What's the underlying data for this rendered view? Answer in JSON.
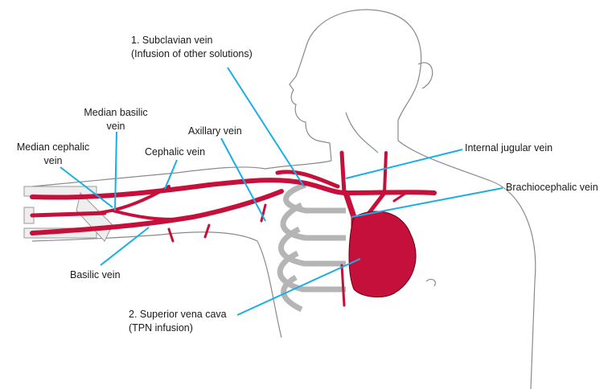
{
  "colors": {
    "vein": "#c4103a",
    "leader": "#1aaee5",
    "outline": "#8a8a8a"
  },
  "labels": {
    "subclavian": {
      "line1": "1. Subclavian vein",
      "line2": "(Infusion of other solutions)"
    },
    "median_basilic": {
      "line1": "Median basilic",
      "line2": "vein"
    },
    "axillary": {
      "line1": "Axillary vein"
    },
    "median_cephalic": {
      "line1": "Median cephalic",
      "line2": "vein"
    },
    "cephalic": {
      "line1": "Cephalic vein"
    },
    "internal_jugular": {
      "line1": "Internal jugular vein"
    },
    "brachiocephalic": {
      "line1": "Brachiocephalic vein"
    },
    "basilic": {
      "line1": "Basilic vein"
    },
    "svc": {
      "line1": "2. Superior vena cava",
      "line2": "(TPN infusion)"
    }
  }
}
